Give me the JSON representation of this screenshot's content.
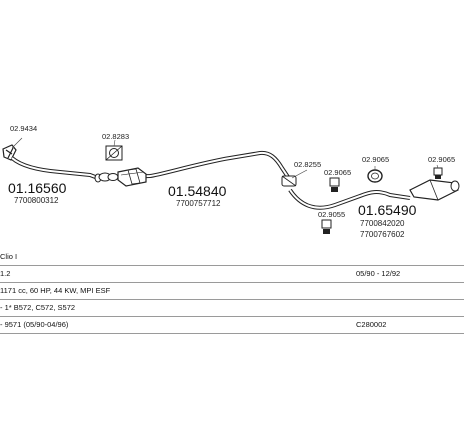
{
  "parts": {
    "left_clamp": "02.9434",
    "front_gasket": "02.8283",
    "front_pipe": "01.16560",
    "front_pipe_oem": "7700800312",
    "cat_pipe": "01.54840",
    "cat_pipe_oem": "7700757712",
    "clamp_a": "02.8255",
    "rubber_a": "02.9065",
    "ring": "02.9065",
    "rubber_b": "02.9055",
    "rubber_c": "02.9065",
    "rear_box": "01.65490",
    "rear_box_oem_1": "7700842020",
    "rear_box_oem_2": "7700767602"
  },
  "spec": {
    "model": "Clio I",
    "engine": "1.2",
    "dates": "05/90 - 12/92",
    "engine_detail": "1171 cc, 60 HP, 44 KW, MPI ESF",
    "codes": "- 1* B572, C572, S572",
    "vin": "- 9571 (05/90-04/96)",
    "ref": "C280002"
  }
}
